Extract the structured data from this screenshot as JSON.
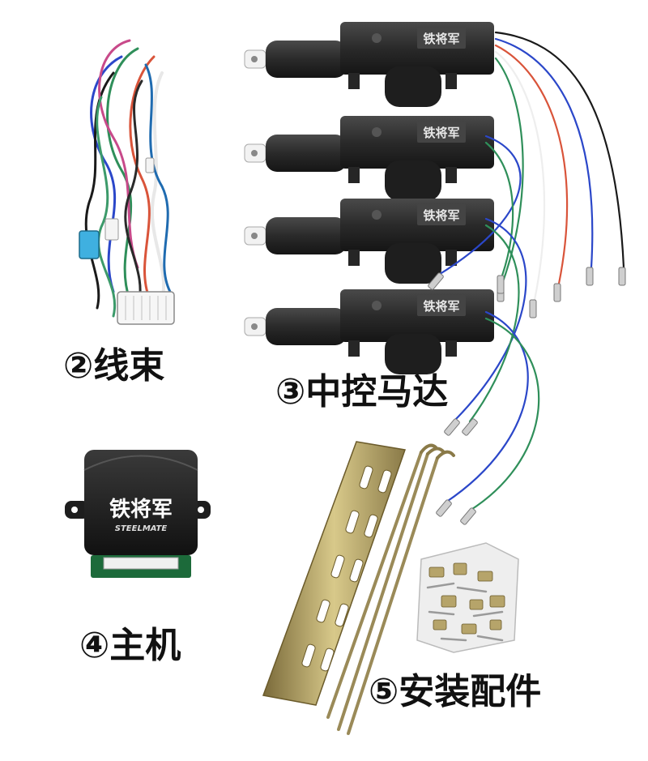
{
  "labels": {
    "harness": "②线束",
    "motor": "③中控马达",
    "control_unit": "④主机",
    "accessories": "⑤安装配件"
  },
  "brand": {
    "logo_text": "铁将军",
    "sub_text": "STEELMATE"
  },
  "colors": {
    "wire_green": "#2f8f5a",
    "wire_blue": "#2b47c9",
    "wire_red": "#d9543a",
    "wire_black": "#1a1a1a",
    "wire_white": "#eeeeee",
    "body_dark": "#2a2a2a",
    "metal": "#b6a46a"
  }
}
